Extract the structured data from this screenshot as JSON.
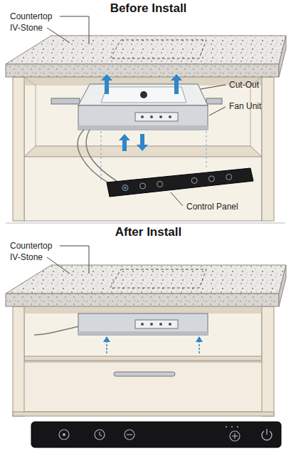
{
  "diagram": {
    "labels": [
      "Before Install",
      "Countertop",
      "IV-Stone",
      "Cut-Out",
      "Fan Unit",
      "Control Panel",
      "After Install",
      "Countertop",
      "IV-Stone"
    ]
  }
}
